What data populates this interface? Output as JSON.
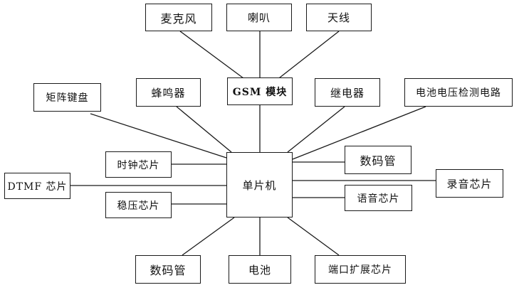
{
  "center": {
    "label": "单片机"
  },
  "gsm": {
    "label": "GSM 模块",
    "peripherals": [
      "麦克风",
      "喇叭",
      "天线"
    ]
  },
  "peripherals": [
    {
      "id": "keypad",
      "label": "矩阵键盘"
    },
    {
      "id": "buzzer",
      "label": "蜂鸣器"
    },
    {
      "id": "relay",
      "label": "继电器"
    },
    {
      "id": "battery-voltage",
      "label": "电池电压检测电路"
    },
    {
      "id": "clock-chip",
      "label": "时钟芯片"
    },
    {
      "id": "dtmf-chip",
      "label": "DTMF 芯片"
    },
    {
      "id": "regulator-chip",
      "label": "稳压芯片"
    },
    {
      "id": "digit-tube-right",
      "label": "数码管"
    },
    {
      "id": "recording-chip",
      "label": "录音芯片"
    },
    {
      "id": "voice-chip",
      "label": "语音芯片"
    },
    {
      "id": "digit-tube-bottom",
      "label": "数码管"
    },
    {
      "id": "battery",
      "label": "电池"
    },
    {
      "id": "port-expander",
      "label": "端口扩展芯片"
    }
  ]
}
